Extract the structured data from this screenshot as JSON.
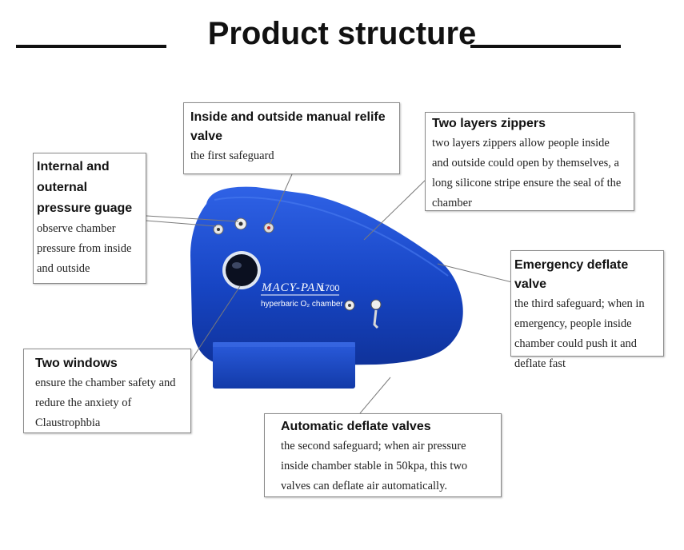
{
  "page_title": "Product structure",
  "product": {
    "brand": "MACY-PAN",
    "model": "1700",
    "subtitle": "hyperbaric O₂ chamber",
    "color": "#1745c4"
  },
  "callouts": {
    "relief_valve": {
      "heading": "Inside and outside manual relife valve",
      "body": "the first safeguard"
    },
    "zippers": {
      "heading": "Two layers zippers",
      "body": "two layers zippers allow people inside and outside could open by themselves, a long silicone stripe ensure the seal of the chamber"
    },
    "pressure_gauge": {
      "heading": "Internal and outernal pressure guage",
      "body": "observe chamber pressure from inside and outside"
    },
    "emergency_valve": {
      "heading": "Emergency deflate valve",
      "body": "the third safeguard; when in emergency, people inside chamber could push it and deflate fast"
    },
    "windows": {
      "heading": "Two windows",
      "body": "ensure the chamber safety and redure the anxiety of Claustrophbia"
    },
    "auto_valves": {
      "heading": "Automatic deflate valves",
      "body": "the second safeguard; when air pressure inside chamber stable in 50kpa, this two valves can deflate air automatically."
    }
  }
}
